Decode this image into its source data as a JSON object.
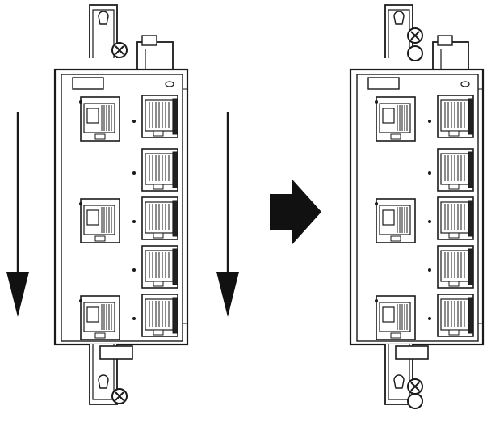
{
  "colors": {
    "line": "#1a1a1a",
    "fill": "#ffffff",
    "arrow": "#111111",
    "port_dark": "#222222"
  },
  "icons": {
    "screw": "screw-icon",
    "arrow_down": "arrow-down-icon",
    "arrow_right": "arrow-right-icon",
    "port": "rj45-port-icon"
  },
  "devices": [
    {
      "name": "switch-before-sliding",
      "bracket_state": "top-engaged"
    },
    {
      "name": "switch-after-sliding",
      "bracket_state": "bottom-engaged"
    }
  ]
}
